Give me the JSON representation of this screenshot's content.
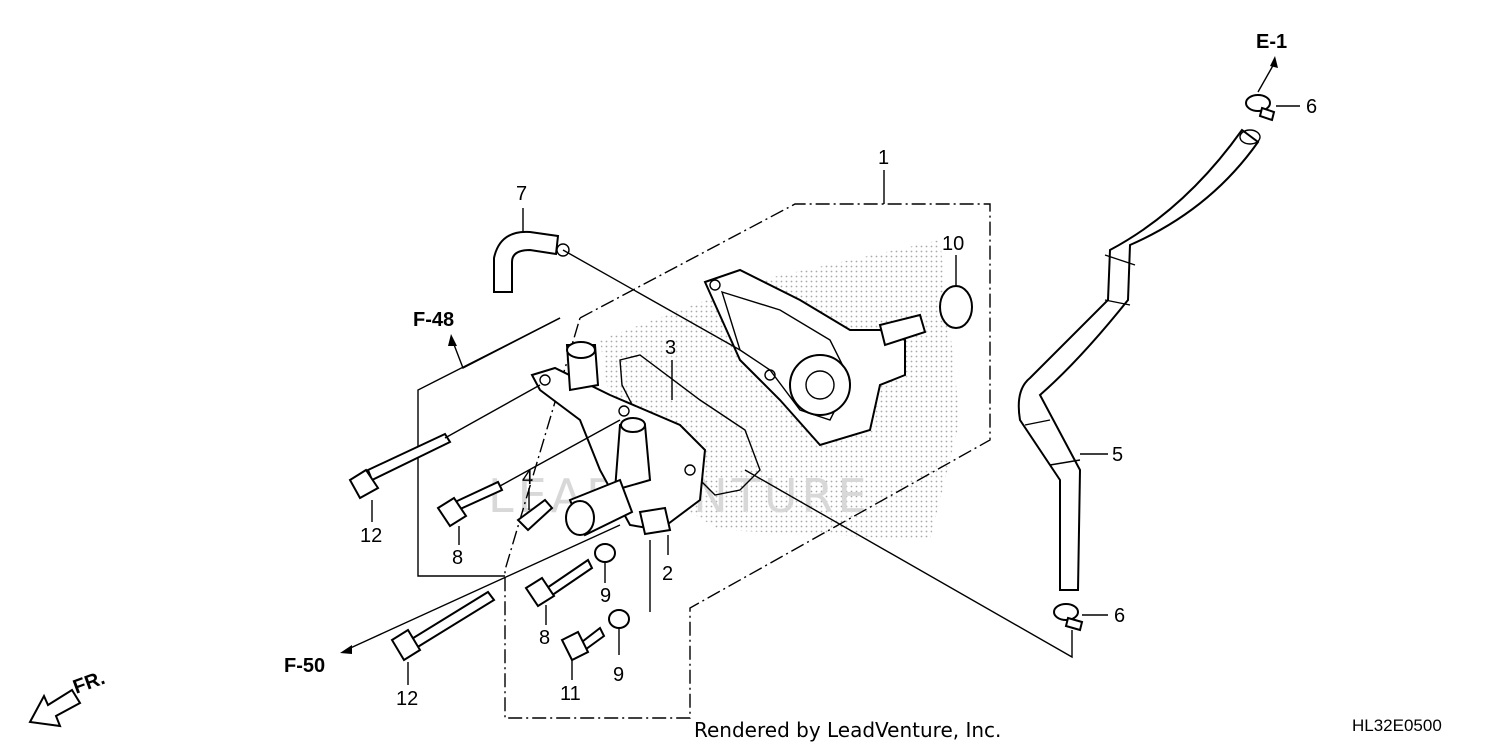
{
  "callouts": {
    "c1": "1",
    "c2": "2",
    "c3": "3",
    "c4": "4",
    "c5": "5",
    "c6a": "6",
    "c6b": "6",
    "c7": "7",
    "c8a": "8",
    "c8b": "8",
    "c9a": "9",
    "c9b": "9",
    "c10": "10",
    "c11": "11",
    "c12a": "12",
    "c12b": "12"
  },
  "references": {
    "e1": "E-1",
    "f48": "F-48",
    "f50": "F-50",
    "fr": "FR."
  },
  "watermark": "LEADVENTURE",
  "footer": {
    "credit": "Rendered by LeadVenture, Inc.",
    "diagram_code": "HL32E0500"
  }
}
